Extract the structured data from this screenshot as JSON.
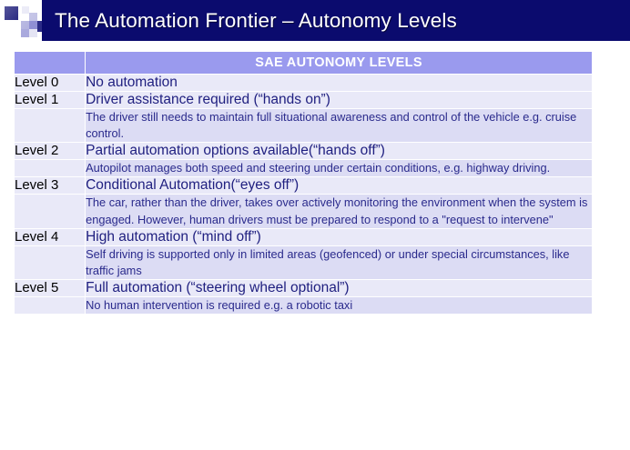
{
  "slide": {
    "title": "The Automation Frontier – Autonomy Levels",
    "title_bar_color": "#0b0b6e",
    "accent_color": "#9a9aee",
    "decoration": {
      "name": "corner-square-motif",
      "colors": [
        "#131374",
        "#e9e9f6",
        "#c3c3e6",
        "#b4b4e0",
        "#8f8fd4",
        "#a9a9dd",
        "#e4e4f4",
        "#2b2b86"
      ]
    }
  },
  "table": {
    "header": {
      "level_column_label": "",
      "description_column_label": "SAE AUTONOMY LEVELS"
    },
    "rows": [
      {
        "level": "Level 0",
        "title": "No automation",
        "note": ""
      },
      {
        "level": "Level 1",
        "title": "Driver assistance required (“hands on”)",
        "note": "The driver still needs to maintain full situational awareness and control of the vehicle e.g. cruise control."
      },
      {
        "level": "Level 2",
        "title": "Partial automation options available(“hands off”)",
        "note": "Autopilot manages both speed and steering under certain conditions, e.g. highway driving."
      },
      {
        "level": "Level 3",
        "title": "Conditional Automation(“eyes off”)",
        "note": "The car, rather than the driver, takes over actively monitoring the environment when the system is engaged. However, human drivers must be prepared to respond to a \"request to intervene\""
      },
      {
        "level": "Level 4",
        "title": "High automation (“mind off”)",
        "note": "Self driving is supported only in limited areas (geofenced) or under special circumstances, like traffic jams"
      },
      {
        "level": "Level 5",
        "title": "Full automation (“steering wheel optional”)",
        "note": "No human intervention is required e.g. a robotic taxi"
      }
    ]
  }
}
